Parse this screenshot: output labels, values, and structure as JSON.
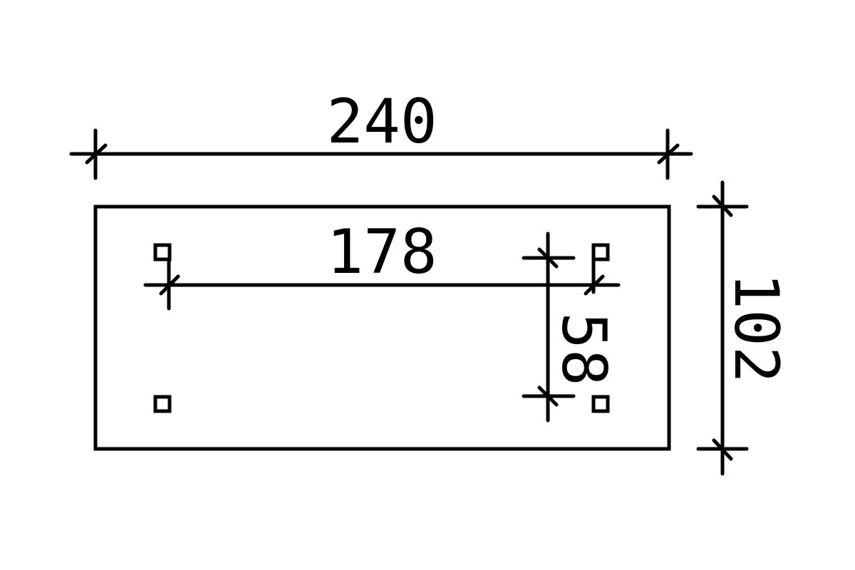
{
  "drawing": {
    "type": "dimensioned plate",
    "colors": {
      "line": "#000000",
      "background": "#ffffff"
    },
    "dimensions": {
      "overall_width": "240",
      "overall_height": "102",
      "hole_spacing_horizontal": "178",
      "hole_spacing_vertical": "58"
    },
    "holes": [
      {
        "position": "top-left"
      },
      {
        "position": "bottom-left"
      },
      {
        "position": "top-right"
      },
      {
        "position": "bottom-right"
      }
    ]
  }
}
